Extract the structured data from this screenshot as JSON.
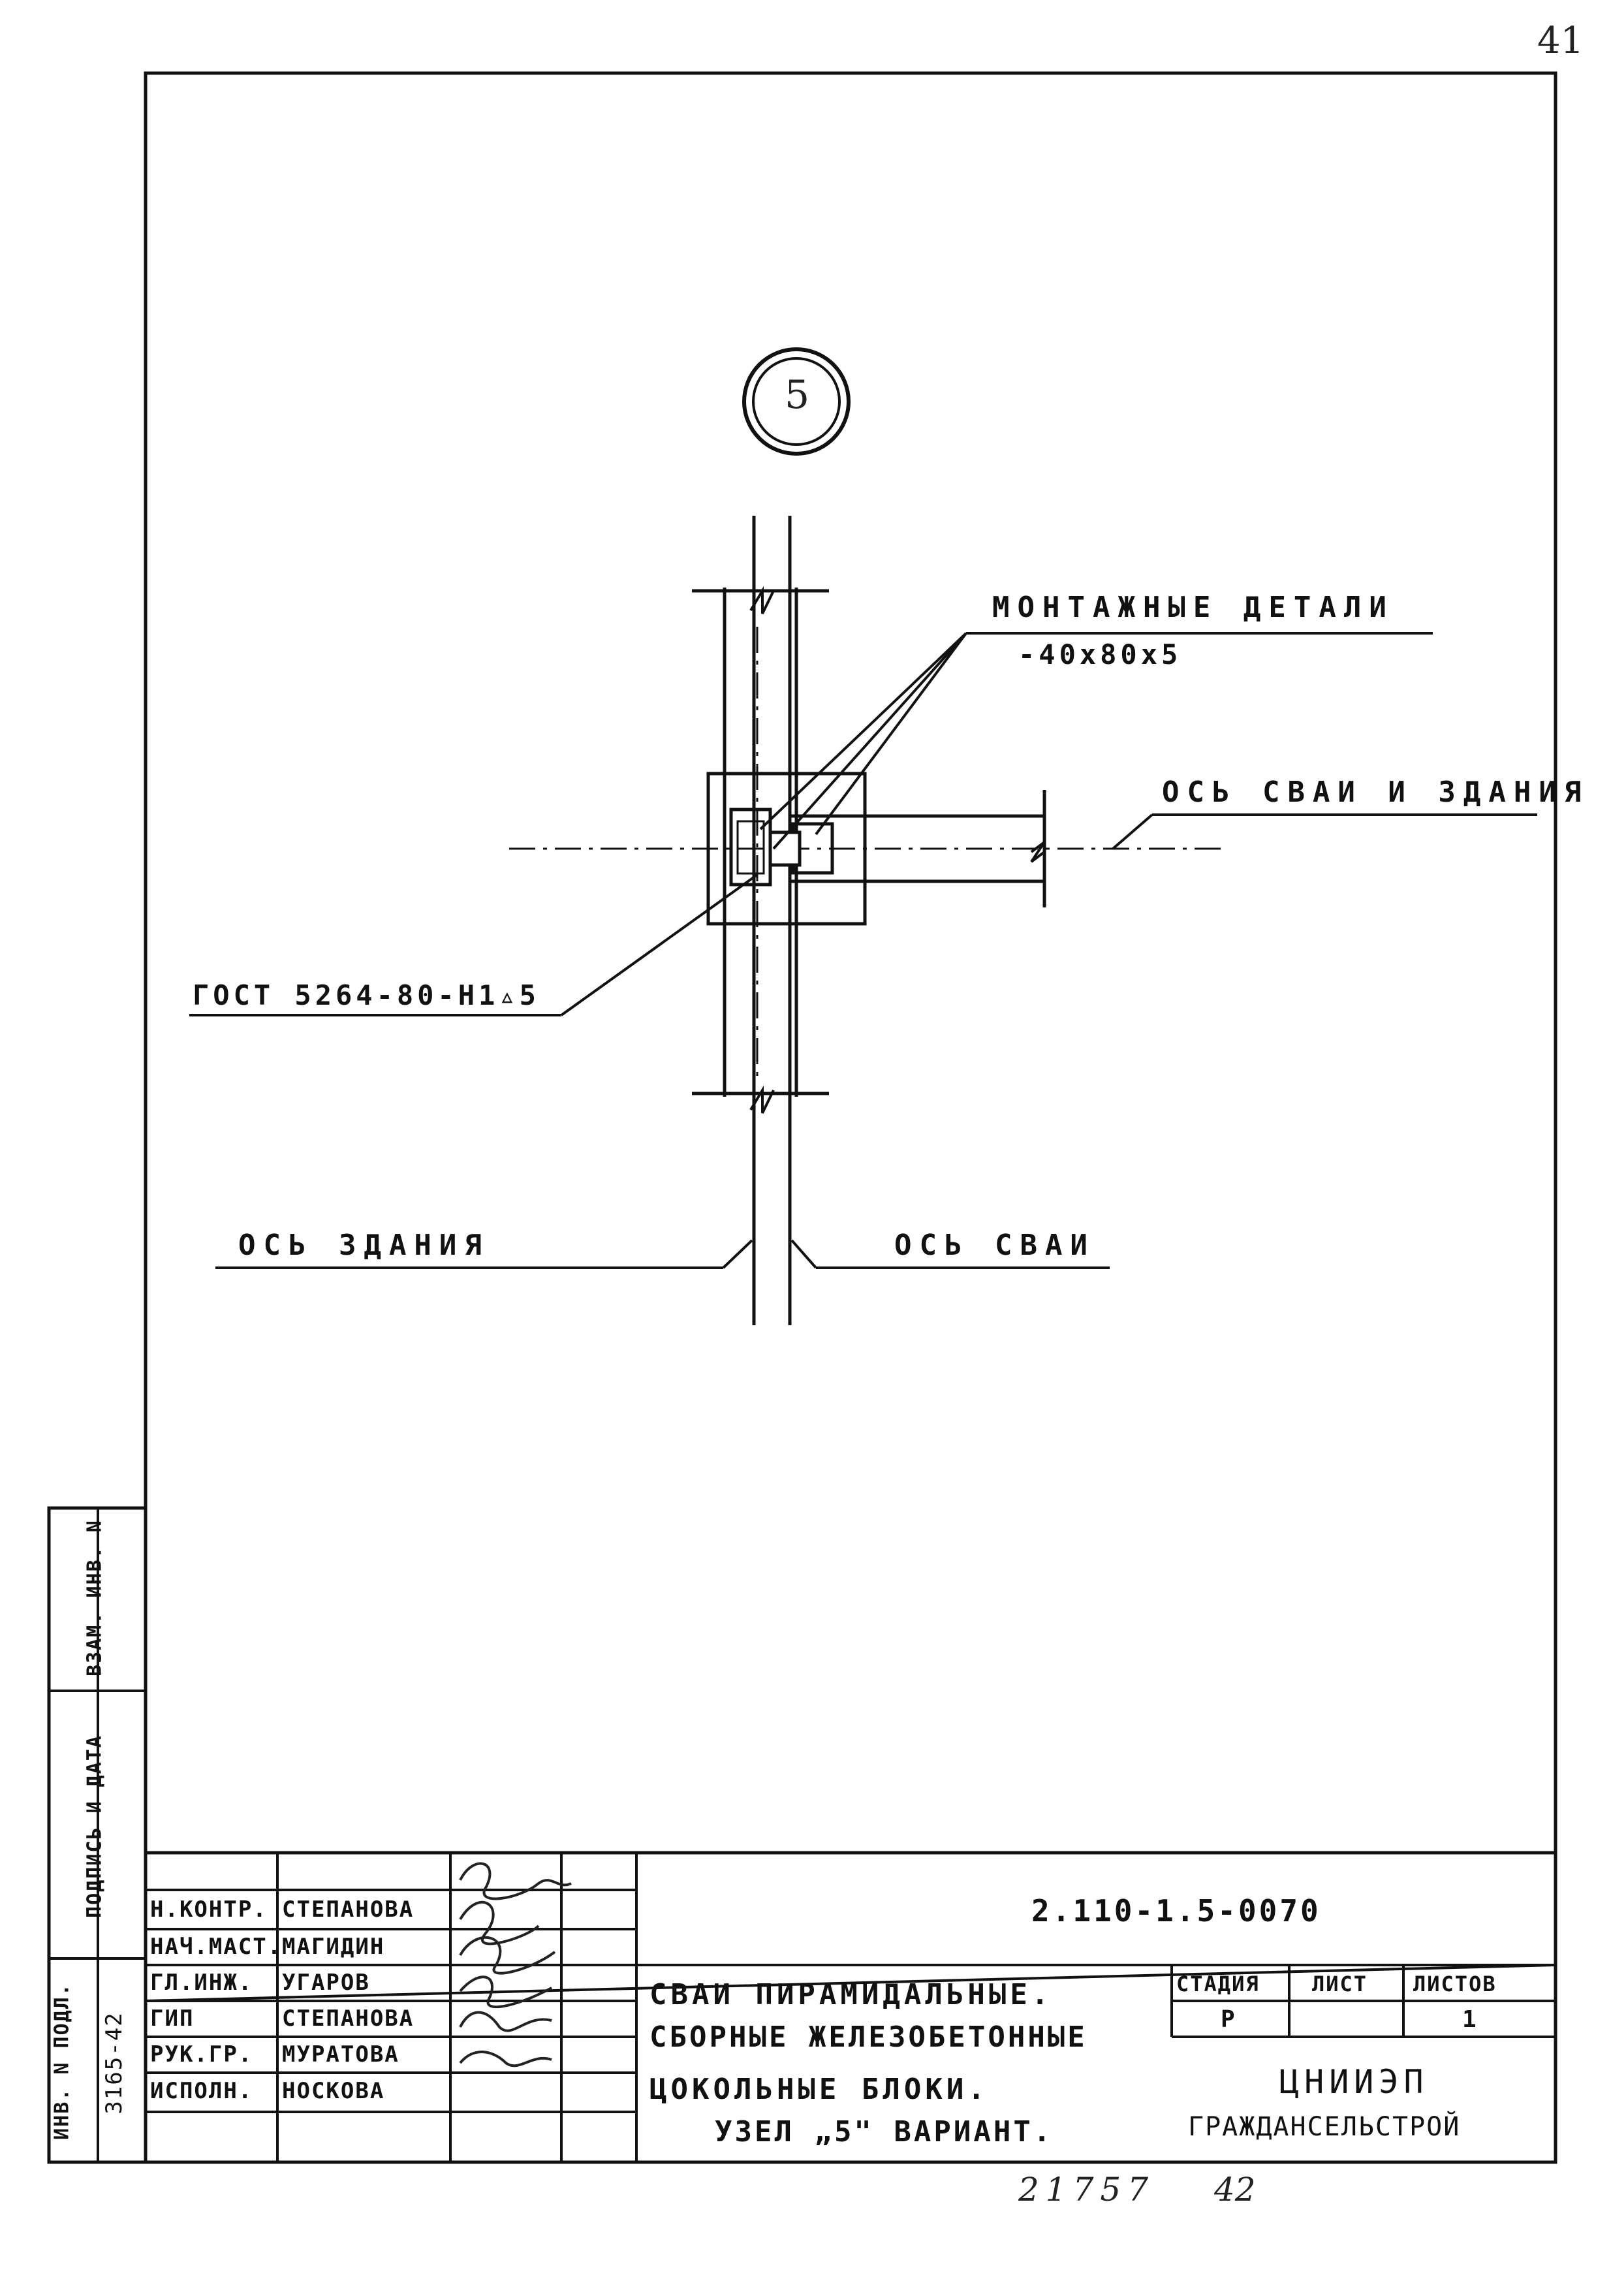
{
  "page_number": "41",
  "node_marker": "5",
  "labels": {
    "mounting_parts": "МОНТАЖНЫЕ  ДЕТАЛИ",
    "mounting_size": "-40х80х5",
    "axis_pile_building": "ОСЬ СВАИ И ЗДАНИЯ",
    "gost": "ГОСТ 5264-80-Н1▵5",
    "axis_building": "ОСЬ ЗДАНИЯ",
    "axis_pile": "ОСЬ СВАИ"
  },
  "side_stamp": {
    "inv_orig": "ИНВ. N ПОДЛ.",
    "sign_date": "ПОДПИСЬ И ДАТА",
    "vzam_inv": "ВЗАМ. ИНВ. N",
    "inv_number": "3165-42"
  },
  "title_block": {
    "document_code": "2.110-1.5-0070",
    "roles": [
      {
        "role": "Н.КОНТР.",
        "name": "СТЕПАНОВА"
      },
      {
        "role": "НАЧ.МАСТ.",
        "name": "МАГИДИН"
      },
      {
        "role": "ГЛ.ИНЖ.",
        "name": "УГАРОВ"
      },
      {
        "role": "ГИП",
        "name": "СТЕПАНОВА"
      },
      {
        "role": "РУК.ГР.",
        "name": "МУРАТОВА"
      },
      {
        "role": "ИСПОЛН.",
        "name": "НОСКОВА"
      },
      {
        "role": "",
        "name": ""
      }
    ],
    "title_lines": [
      "СВАИ  ПИРАМИДАЛЬНЫЕ.",
      "СБОРНЫЕ ЖЕЛЕЗОБЕТОННЫЕ",
      "ЦОКОЛЬНЫЕ   БЛОКИ.",
      "УЗЕЛ „5\" ВАРИАНТ."
    ],
    "stage_header": "СТАДИЯ",
    "sheet_header": "ЛИСТ",
    "sheets_header": "ЛИСТОВ",
    "stage_value": "Р",
    "sheet_value": "",
    "sheets_value": "1",
    "org_line1": "ЦНИИЭП",
    "org_line2": "ГРАЖДАНСЕЛЬСТРОЙ"
  },
  "bottom_note": {
    "archive_number": "21757",
    "sheet_ref": "42"
  }
}
